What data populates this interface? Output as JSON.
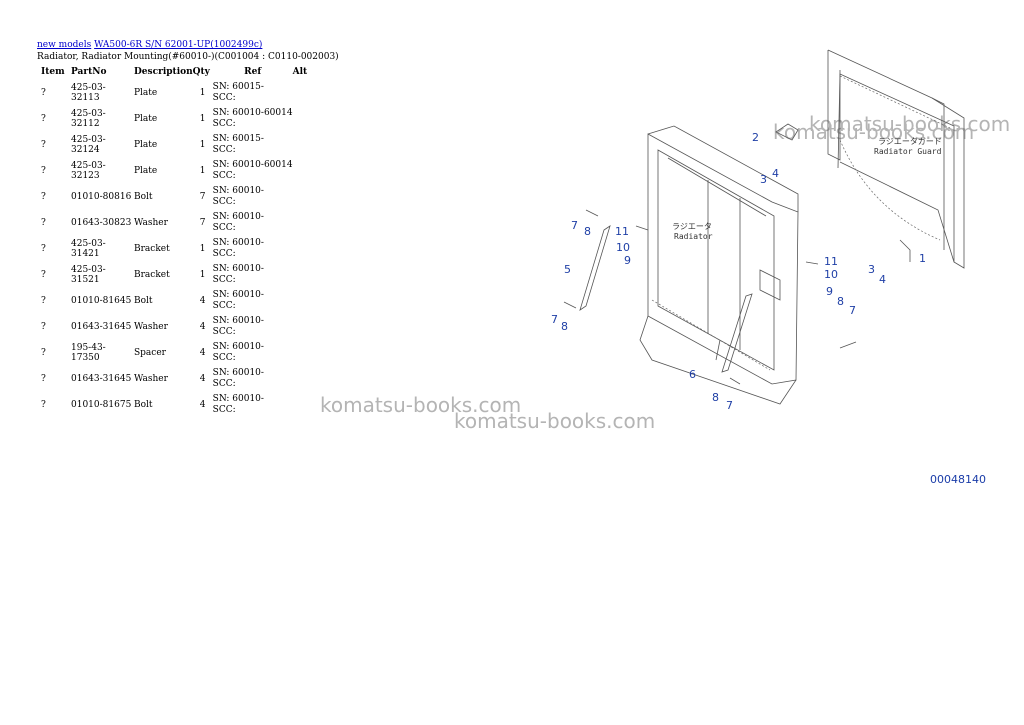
{
  "breadcrumb": {
    "link1": "new models",
    "link2": "WA500-6R S/N 62001-UP(1002499c)"
  },
  "subtitle": "Radiator, Radiator Mounting(#60010-)(C001004 : C0110-002003)",
  "table": {
    "headers": [
      "Item",
      "PartNo",
      "Description",
      "Qty",
      "Ref",
      "Alt"
    ],
    "rows": [
      {
        "item": "?",
        "part": "425-03-32113",
        "desc": "Plate",
        "qty": "1",
        "ref1": "SN: 60015-",
        "ref2": "SCC:"
      },
      {
        "item": "?",
        "part": "425-03-32112",
        "desc": "Plate",
        "qty": "1",
        "ref1": "SN: 60010-60014",
        "ref2": "SCC:"
      },
      {
        "item": "?",
        "part": "425-03-32124",
        "desc": "Plate",
        "qty": "1",
        "ref1": "SN: 60015-",
        "ref2": "SCC:"
      },
      {
        "item": "?",
        "part": "425-03-32123",
        "desc": "Plate",
        "qty": "1",
        "ref1": "SN: 60010-60014",
        "ref2": "SCC:"
      },
      {
        "item": "?",
        "part": "01010-80816",
        "desc": "Bolt",
        "qty": "7",
        "ref1": "SN: 60010-",
        "ref2": "SCC:"
      },
      {
        "item": "?",
        "part": "01643-30823",
        "desc": "Washer",
        "qty": "7",
        "ref1": "SN: 60010-",
        "ref2": "SCC:"
      },
      {
        "item": "?",
        "part": "425-03-31421",
        "desc": "Bracket",
        "qty": "1",
        "ref1": "SN: 60010-",
        "ref2": "SCC:"
      },
      {
        "item": "?",
        "part": "425-03-31521",
        "desc": "Bracket",
        "qty": "1",
        "ref1": "SN: 60010-",
        "ref2": "SCC:"
      },
      {
        "item": "?",
        "part": "01010-81645",
        "desc": "Bolt",
        "qty": "4",
        "ref1": "SN: 60010-",
        "ref2": "SCC:"
      },
      {
        "item": "?",
        "part": "01643-31645",
        "desc": "Washer",
        "qty": "4",
        "ref1": "SN: 60010-",
        "ref2": "SCC:"
      },
      {
        "item": "?",
        "part": "195-43-17350",
        "desc": "Spacer",
        "qty": "4",
        "ref1": "SN: 60010-",
        "ref2": "SCC:"
      },
      {
        "item": "?",
        "part": "01643-31645",
        "desc": "Washer",
        "qty": "4",
        "ref1": "SN: 60010-",
        "ref2": "SCC:"
      },
      {
        "item": "?",
        "part": "01010-81675",
        "desc": "Bolt",
        "qty": "4",
        "ref1": "SN: 60010-",
        "ref2": "SCC:"
      }
    ]
  },
  "watermarks": [
    "komatsu-books.com",
    "komatsu-books.com",
    "komatsu-books.com",
    "komatsu-books.com"
  ],
  "diagram": {
    "label_radiator_jp": "ラジエータ",
    "label_radiator_en": "Radiator",
    "label_guard_jp": "ラジエータガード",
    "label_guard_en": "Radiator Guard",
    "callouts": [
      "2",
      "3",
      "4",
      "7",
      "8",
      "11",
      "10",
      "9",
      "5",
      "1",
      "3",
      "4",
      "11",
      "10",
      "9",
      "8",
      "7",
      "7",
      "8",
      "6",
      "8",
      "7"
    ]
  },
  "figure_number": "00048140"
}
